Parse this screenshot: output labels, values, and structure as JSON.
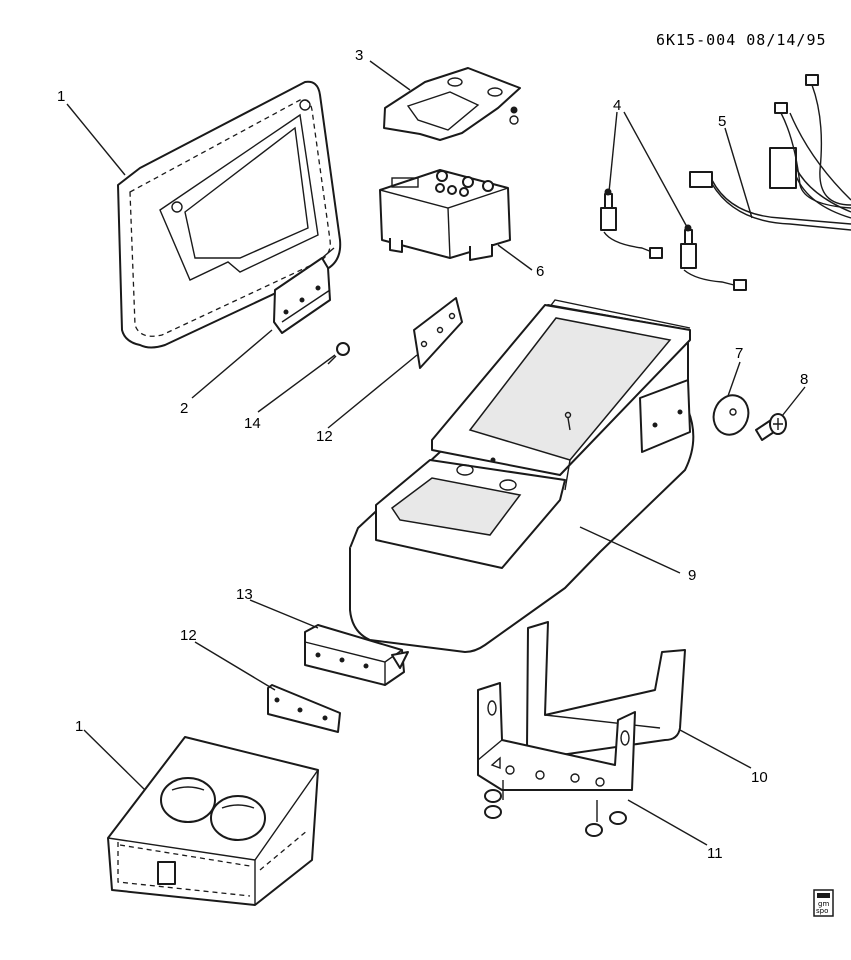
{
  "document_code": "6K15-004 08/14/95",
  "logo_text": {
    "line1": "gm",
    "line2": "spo"
  },
  "callouts": {
    "c1_top": "1",
    "c1_bottom": "1",
    "c2": "2",
    "c3": "3",
    "c4": "4",
    "c5": "5",
    "c6": "6",
    "c7": "7",
    "c8": "8",
    "c9": "9",
    "c10": "10",
    "c11": "11",
    "c12_top": "12",
    "c12_bottom": "12",
    "c13": "13",
    "c14": "14"
  }
}
